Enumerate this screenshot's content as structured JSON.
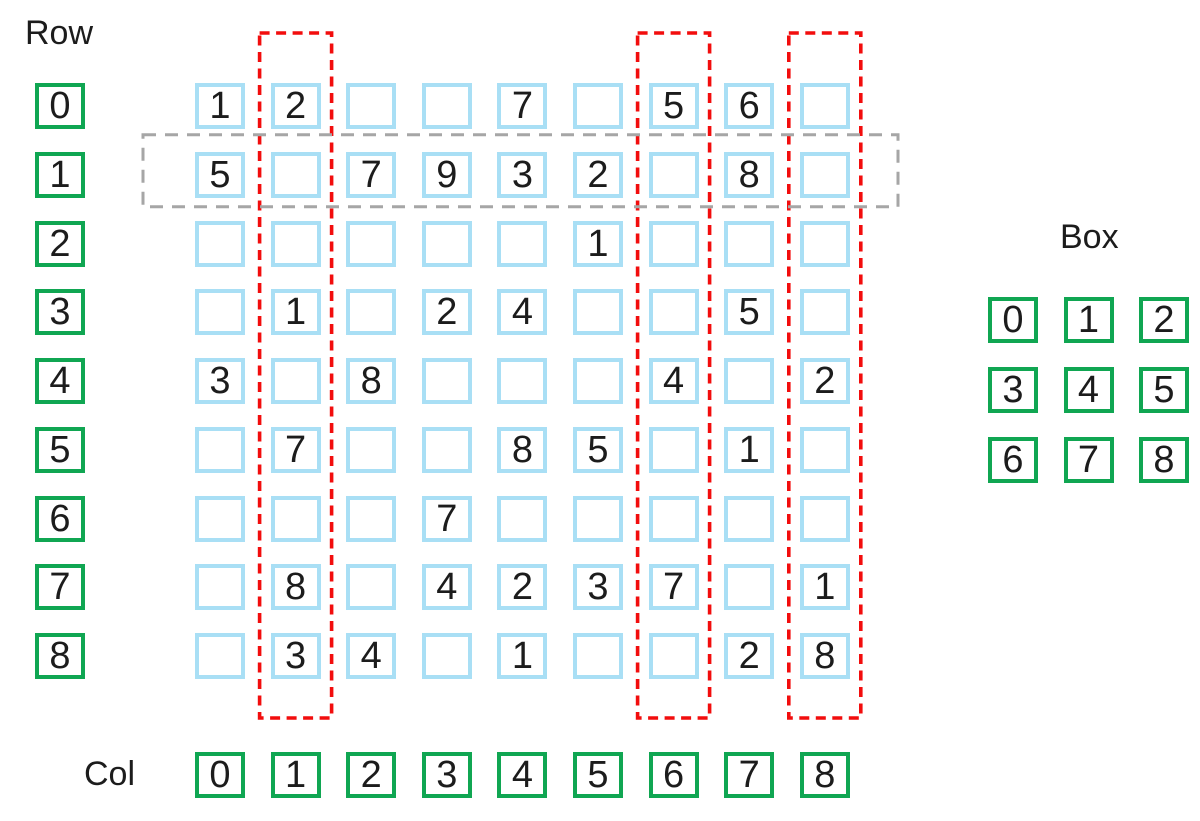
{
  "labels": {
    "row": "Row",
    "col": "Col",
    "box": "Box"
  },
  "row_indices": [
    "0",
    "1",
    "2",
    "3",
    "4",
    "5",
    "6",
    "7",
    "8"
  ],
  "col_indices": [
    "0",
    "1",
    "2",
    "3",
    "4",
    "5",
    "6",
    "7",
    "8"
  ],
  "box_indices": [
    "0",
    "1",
    "2",
    "3",
    "4",
    "5",
    "6",
    "7",
    "8"
  ],
  "grid": [
    [
      "1",
      "2",
      "",
      "",
      "7",
      "",
      "5",
      "6",
      ""
    ],
    [
      "5",
      "",
      "7",
      "9",
      "3",
      "2",
      "",
      "8",
      ""
    ],
    [
      "",
      "",
      "",
      "",
      "",
      "1",
      "",
      "",
      ""
    ],
    [
      "",
      "1",
      "",
      "2",
      "4",
      "",
      "",
      "5",
      ""
    ],
    [
      "3",
      "",
      "8",
      "",
      "",
      "",
      "4",
      "",
      "2"
    ],
    [
      "",
      "7",
      "",
      "",
      "8",
      "5",
      "",
      "1",
      ""
    ],
    [
      "",
      "",
      "",
      "7",
      "",
      "",
      "",
      "",
      ""
    ],
    [
      "",
      "8",
      "",
      "4",
      "2",
      "3",
      "7",
      "",
      "1"
    ],
    [
      "",
      "3",
      "4",
      "",
      "1",
      "",
      "",
      "2",
      "8"
    ]
  ],
  "highlights": {
    "dashed_columns": [
      1,
      6,
      8
    ],
    "dashed_row": 1
  },
  "colors": {
    "green": "#10a652",
    "blue": "#a9dff5",
    "red": "#f20d0d",
    "gray": "#a6a6a6",
    "ink": "#1c1c1c"
  }
}
